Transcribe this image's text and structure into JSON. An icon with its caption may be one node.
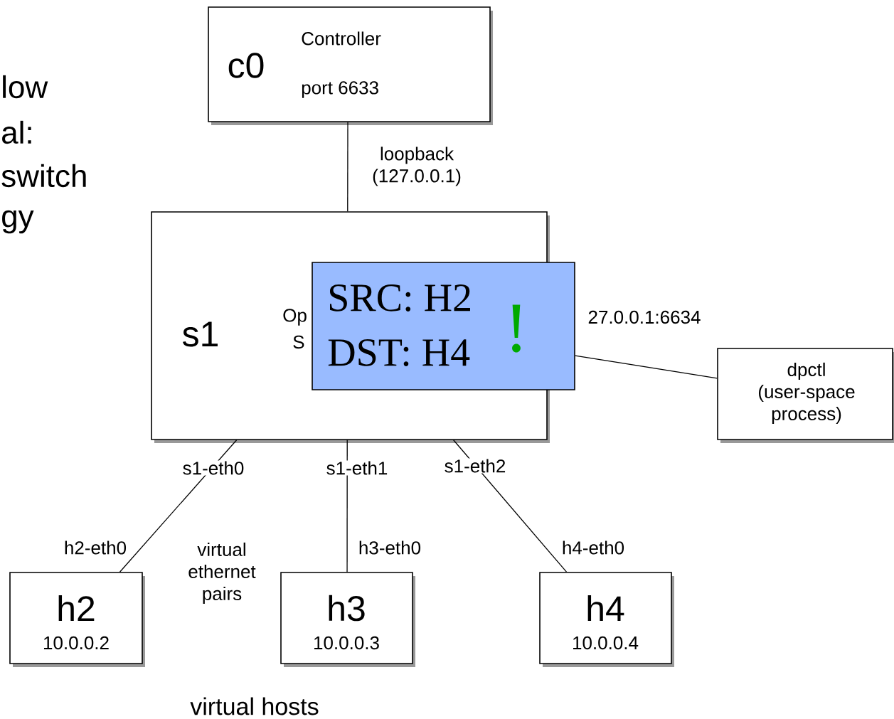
{
  "diagram": {
    "nodes": [
      {
        "text": [
          "c0",
          "Controller",
          "port 6633"
        ]
      },
      {
        "text": [
          "s1",
          "Op",
          "S"
        ]
      },
      {
        "text": [
          "SRC: H2",
          "DST: H4",
          "!"
        ]
      },
      {
        "text": [
          "dpctl (user-space process)"
        ]
      },
      {
        "text": [
          "h2",
          "10.0.0.2"
        ]
      },
      {
        "text": [
          "h3",
          "10.0.0.3"
        ]
      },
      {
        "text": [
          "h4",
          "10.0.0.4"
        ]
      }
    ],
    "edges": [
      {
        "from": 0,
        "to": 1,
        "arrow": "none",
        "label": "loopback (127.0.0.1)"
      },
      {
        "from": 2,
        "to": 3,
        "arrow": "none",
        "label": "27.0.0.1:6634"
      },
      {
        "from": 1,
        "to": 4,
        "arrow": "none"
      },
      {
        "from": 1,
        "to": 5,
        "arrow": "none"
      },
      {
        "from": 1,
        "to": 6,
        "arrow": "none"
      }
    ],
    "labels": [
      "low",
      "al:",
      "switch",
      "gy",
      "s1-eth0",
      "s1-eth1",
      "s1-eth2",
      "h2-eth0",
      "virtual ethernet pairs",
      "h3-eth0",
      "h4-eth0",
      "virtual hosts"
    ]
  }
}
